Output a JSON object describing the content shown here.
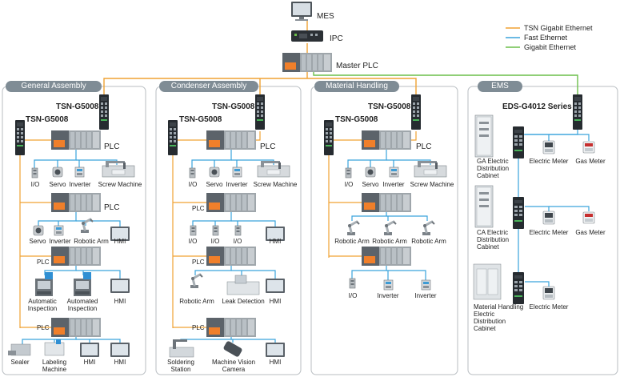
{
  "colors": {
    "tsn": "#f0a233",
    "fast": "#3aa3dc",
    "gigabit": "#6cbf4a"
  },
  "legend": [
    {
      "label": "TSN Gigabit Ethernet",
      "color": "#f0a233"
    },
    {
      "label": "Fast Ethernet",
      "color": "#3aa3dc"
    },
    {
      "label": "Gigabit Ethernet",
      "color": "#6cbf4a"
    }
  ],
  "top": {
    "mes": "MES",
    "ipc": "IPC",
    "master_plc": "Master PLC"
  },
  "sections": {
    "general": {
      "title": "General Assembly",
      "switch_top": "TSN-G5008",
      "switch_side": "TSN-G5008",
      "plc1": "PLC",
      "row1": [
        "I/O",
        "Servo",
        "Inverter",
        "Screw Machine"
      ],
      "plc2": "PLC",
      "row2": [
        "Servo",
        "Inverter",
        "Robotic Arm",
        "HMI"
      ],
      "plc3": "PLC",
      "row3": [
        "Automatic\nInspection",
        "Automated\nInspection",
        "HMI"
      ],
      "plc4": "PLC",
      "row4": [
        "Sealer",
        "Labeling\nMachine",
        "HMI",
        "HMI"
      ]
    },
    "condenser": {
      "title": "Condenser Assembly",
      "switch_top": "TSN-G5008",
      "switch_side": "TSN-G5008",
      "plc1": "PLC",
      "row1": [
        "I/O",
        "Servo",
        "Inverter",
        "Screw Machine"
      ],
      "plc2": "PLC",
      "row2": [
        "I/O",
        "I/O",
        "I/O",
        "HMI"
      ],
      "plc3": "PLC",
      "row3": [
        "Robotic Arm",
        "Leak Detection",
        "HMI"
      ],
      "plc4": "PLC",
      "row4": [
        "Soldering\nStation",
        "Machine Vision\nCamera",
        "HMI"
      ]
    },
    "material": {
      "title": "Material Handling",
      "switch_top": "TSN-G5008",
      "switch_side": "TSN-G5008",
      "plc1": "PLC",
      "row1": [
        "I/O",
        "Servo",
        "Inverter",
        "Screw Machine"
      ],
      "row2": [
        "Robotic Arm",
        "Robotic Arm",
        "Robotic Arm"
      ],
      "row3": [
        "I/O",
        "Inverter",
        "Inverter"
      ]
    },
    "ems": {
      "title": "EMS",
      "switch": "EDS-G4012 Series",
      "cab1": "GA Electric\nDistribution\nCabinet",
      "meter1a": "Electric Meter",
      "meter1b": "Gas Meter",
      "cab2": "CA Electric\nDistribution\nCabinet",
      "meter2a": "Electric Meter",
      "meter2b": "Gas Meter",
      "cab3": "Material Handling\nElectric\nDistribution\nCabinet",
      "meter3a": "Electric Meter"
    }
  }
}
